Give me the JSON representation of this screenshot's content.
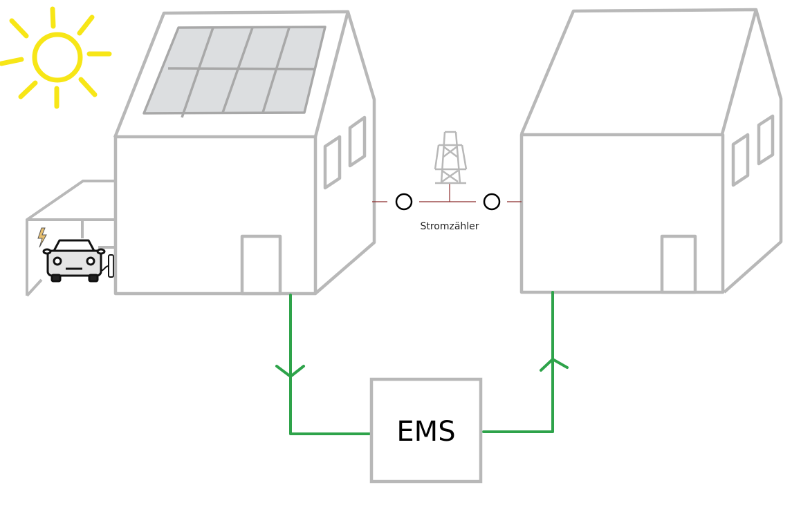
{
  "diagram": {
    "type": "energy-management-system-schematic",
    "elements": {
      "sun": {
        "icon": "sun-icon",
        "color": "#f7e617"
      },
      "house_left": {
        "label": "",
        "has_solar_panels": true,
        "solar_panel_count": 8,
        "has_garage": true,
        "has_ev_charger": true
      },
      "house_right": {
        "label": "",
        "has_solar_panels": false
      },
      "garage": {
        "car_icon": "car-icon",
        "charging_icon": "lightning-icon",
        "charger_icon": "wallbox-icon"
      },
      "grid": {
        "icon": "power-pylon-icon"
      },
      "meters": {
        "label": "Stromzähler",
        "count": 2
      },
      "ems": {
        "label": "EMS"
      }
    },
    "connections": [
      {
        "from": "house_left",
        "to": "ems",
        "color": "#2ea34a",
        "direction": "down"
      },
      {
        "from": "ems",
        "to": "house_right",
        "color": "#2ea34a",
        "direction": "up"
      },
      {
        "from": "house_left",
        "to": "grid",
        "color": "#8b2a2a",
        "via": "meter"
      },
      {
        "from": "grid",
        "to": "house_right",
        "color": "#8b2a2a",
        "via": "meter"
      }
    ],
    "colors": {
      "outline": "#b8b8b8",
      "panel_fill": "#dcdee0",
      "flow_line": "#2ea34a",
      "grid_line": "#8b2a2a",
      "sun": "#f7e617",
      "meter": "#000000"
    }
  }
}
